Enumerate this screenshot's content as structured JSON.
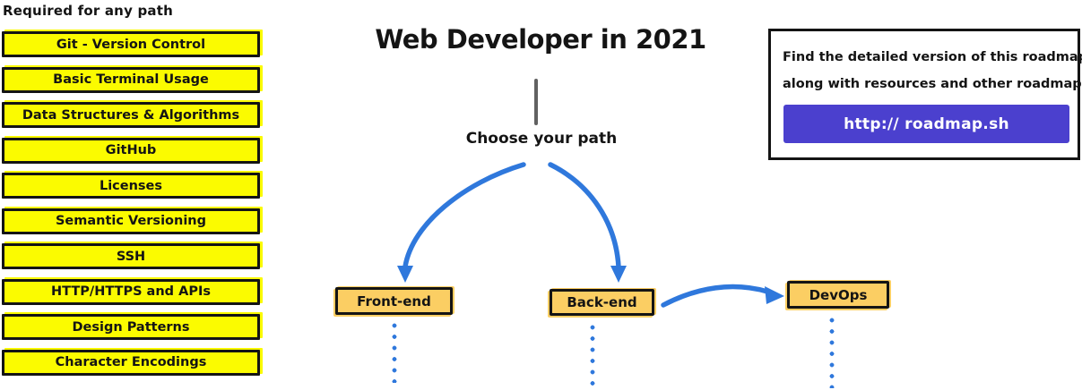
{
  "colors": {
    "yellow": "#FBFB00",
    "amber": "#FBCE63",
    "blue": "#2F78DC",
    "purple": "#4B40CE",
    "line-gray": "#616161",
    "ink": "#141414"
  },
  "required": {
    "header": "Required for any path",
    "items": [
      "Git - Version Control",
      "Basic Terminal Usage",
      "Data Structures & Algorithms",
      "GitHub",
      "Licenses",
      "Semantic Versioning",
      "SSH",
      "HTTP/HTTPS and APIs",
      "Design Patterns",
      "Character Encodings"
    ]
  },
  "main": {
    "title": "Web Developer in 2021",
    "choose_label": "Choose your path",
    "paths": [
      {
        "label": "Front-end"
      },
      {
        "label": "Back-end"
      },
      {
        "label": "DevOps"
      }
    ]
  },
  "info_box": {
    "line1": "Find the detailed version of this roadmap",
    "line2": "along with resources and other roadmaps",
    "button_label": "http:// roadmap.sh"
  }
}
